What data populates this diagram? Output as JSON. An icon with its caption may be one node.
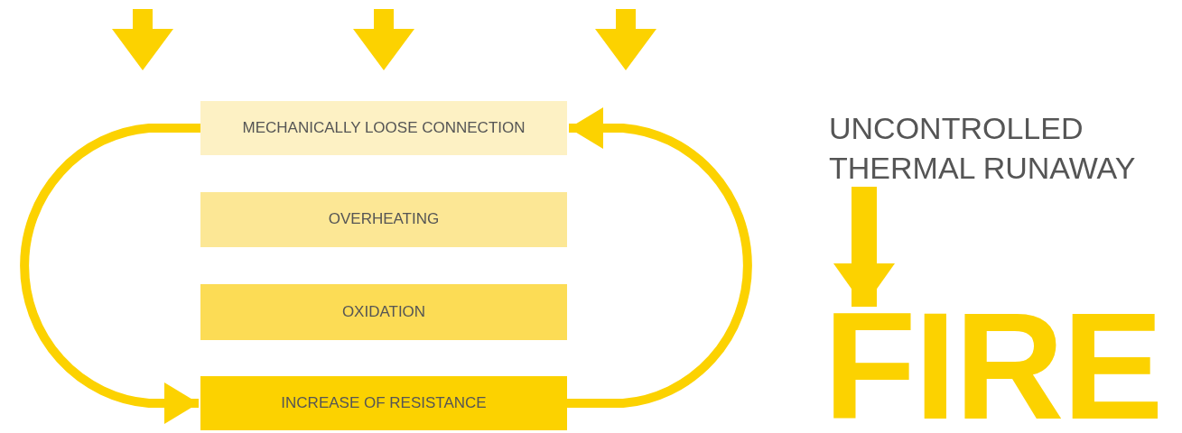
{
  "diagram": {
    "nodes": [
      {
        "text": [
          "MECHANICALLY LOOSE CONNECTION"
        ]
      },
      {
        "text": [
          "OVERHEATING"
        ]
      },
      {
        "text": [
          "OXIDATION"
        ]
      },
      {
        "text": [
          "INCREASE OF RESISTANCE"
        ]
      },
      {
        "text": [
          "UNCONTROLLED THERMAL RUNAWAY"
        ]
      },
      {
        "text": [
          "FIRE"
        ]
      }
    ],
    "edges": [
      {
        "from": 0,
        "to": 3,
        "arrow": "to"
      },
      {
        "from": 3,
        "to": 0,
        "arrow": "to"
      },
      {
        "from": 4,
        "to": 5,
        "arrow": "to",
        "style": "thick"
      }
    ]
  }
}
